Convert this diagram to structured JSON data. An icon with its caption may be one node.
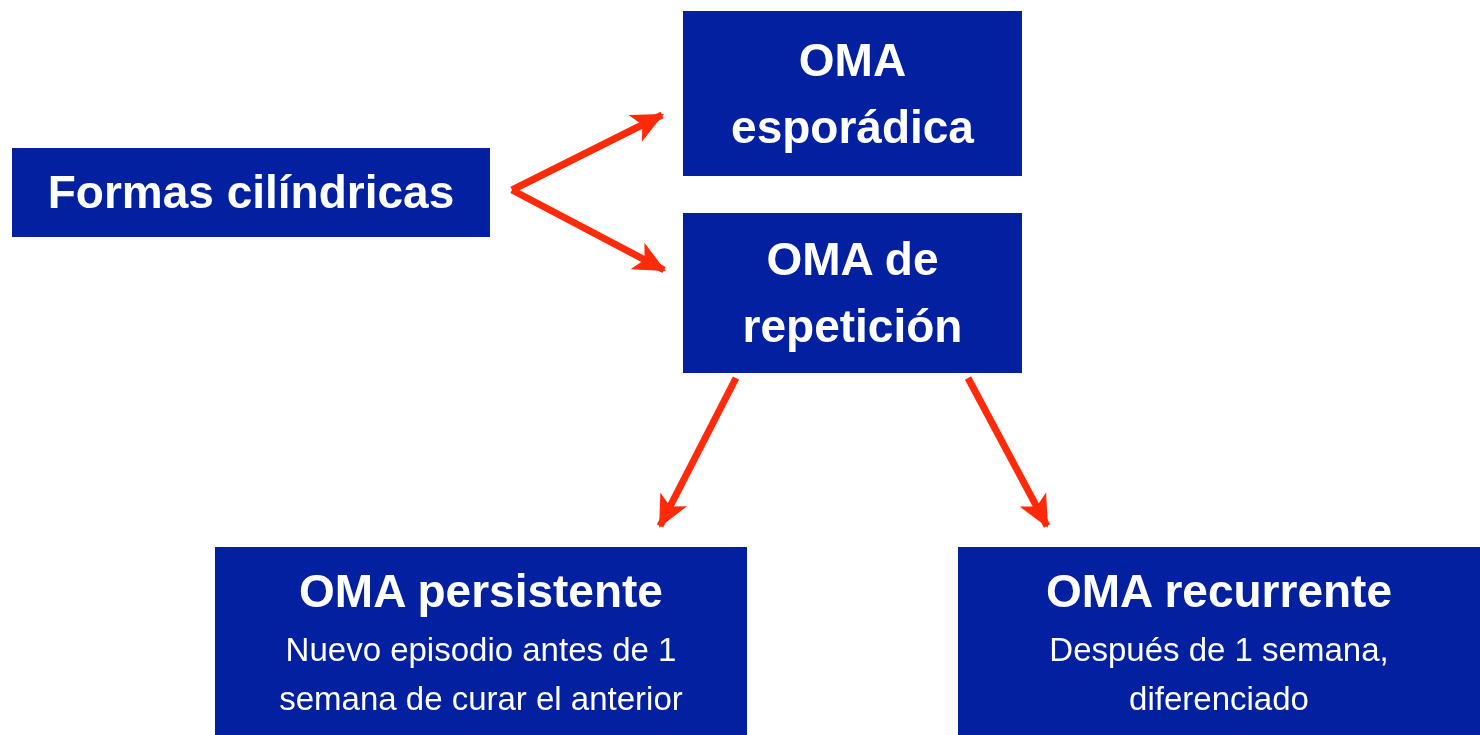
{
  "diagram": {
    "nodes": [
      {
        "text": [
          "Formas cilíndricas"
        ]
      },
      {
        "text": [
          "OMA esporádica"
        ]
      },
      {
        "text": [
          "OMA de repetición"
        ]
      },
      {
        "text": [
          "OMA persistente",
          "Nuevo episodio antes de 1 semana de curar el anterior"
        ]
      },
      {
        "text": [
          "OMA recurrente",
          "Después de 1 semana, diferenciado"
        ]
      }
    ],
    "edges": [
      {
        "from": 0,
        "to": 1,
        "arrow": "to"
      },
      {
        "from": 0,
        "to": 2,
        "arrow": "to"
      },
      {
        "from": 2,
        "to": 3,
        "arrow": "to"
      },
      {
        "from": 2,
        "to": 4,
        "arrow": "to"
      }
    ]
  }
}
